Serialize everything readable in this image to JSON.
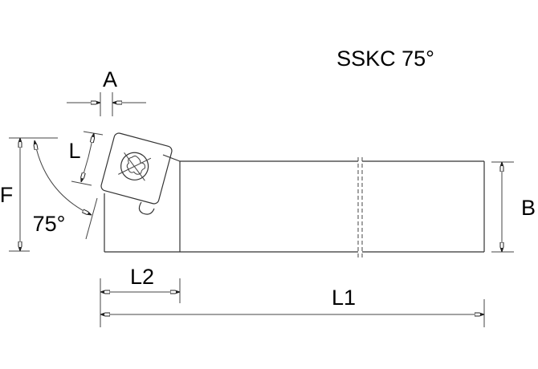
{
  "title": "SSKC 75°",
  "labels": {
    "A": "A",
    "L": "L",
    "F": "F",
    "angle": "75°",
    "B": "B",
    "L1": "L1",
    "L2": "L2"
  },
  "colors": {
    "line": "#333333",
    "background": "#ffffff",
    "text": "#000000"
  }
}
